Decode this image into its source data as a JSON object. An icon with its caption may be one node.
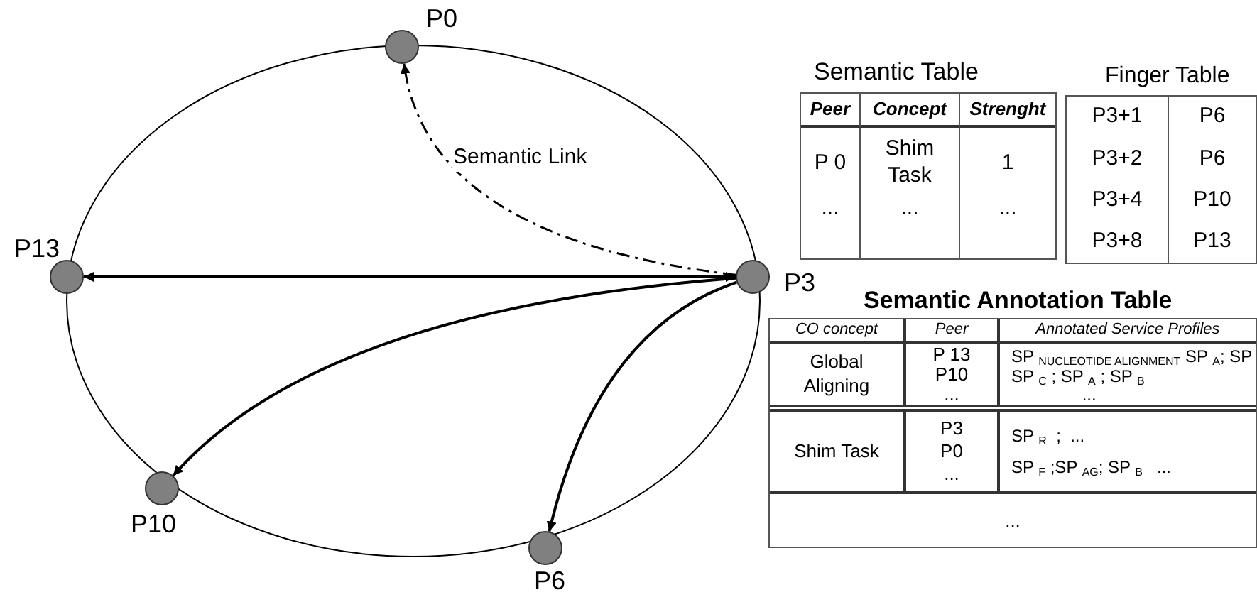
{
  "diagram": {
    "nodes": [
      {
        "text": [],
        "shape": "circle",
        "beside": [
          "P0"
        ]
      },
      {
        "text": [],
        "shape": "circle",
        "beside": [
          "P13"
        ]
      },
      {
        "text": [],
        "shape": "circle",
        "beside": [
          "P3"
        ]
      },
      {
        "text": [],
        "shape": "circle",
        "beside": [
          "P10"
        ]
      },
      {
        "text": [],
        "shape": "circle",
        "beside": [
          "P6"
        ]
      }
    ],
    "edges": [
      {
        "from": 2,
        "to": 0,
        "arrow": "to",
        "label": "Semantic Link",
        "style": "dashed"
      },
      {
        "from": 2,
        "to": 1,
        "arrow": "both"
      },
      {
        "from": 2,
        "to": 3,
        "arrow": "to"
      },
      {
        "from": 2,
        "to": 4,
        "arrow": "to"
      }
    ],
    "labels": [
      "Semantic Table",
      "Peer",
      "Concept",
      "Strenght",
      "P 0",
      "Shim Task",
      "1",
      "...",
      "...",
      "...",
      "Finger Table",
      "P3+1",
      "P6",
      "P3+2",
      "P6",
      "P3+4",
      "P10",
      "P3+8",
      "P13",
      "Semantic Annotation Table",
      "CO concept",
      "Peer",
      "Annotated Service Profiles",
      "Global Aligning",
      "P 13",
      "P10",
      "...",
      "SP $_{NUCLEOTIDE ALIGNMENT}$ SP $_{A}$;   SP",
      "SP $_{C}$ ; SP $_{A}$ ; SP $_{B}$",
      "...",
      "Shim Task",
      "P3",
      "P0",
      "...",
      "SP $_{R}$  ;  ...",
      "SP $_{F}$ ;SP $_{AG}$; SP $_{B}$   ...",
      "..."
    ]
  }
}
